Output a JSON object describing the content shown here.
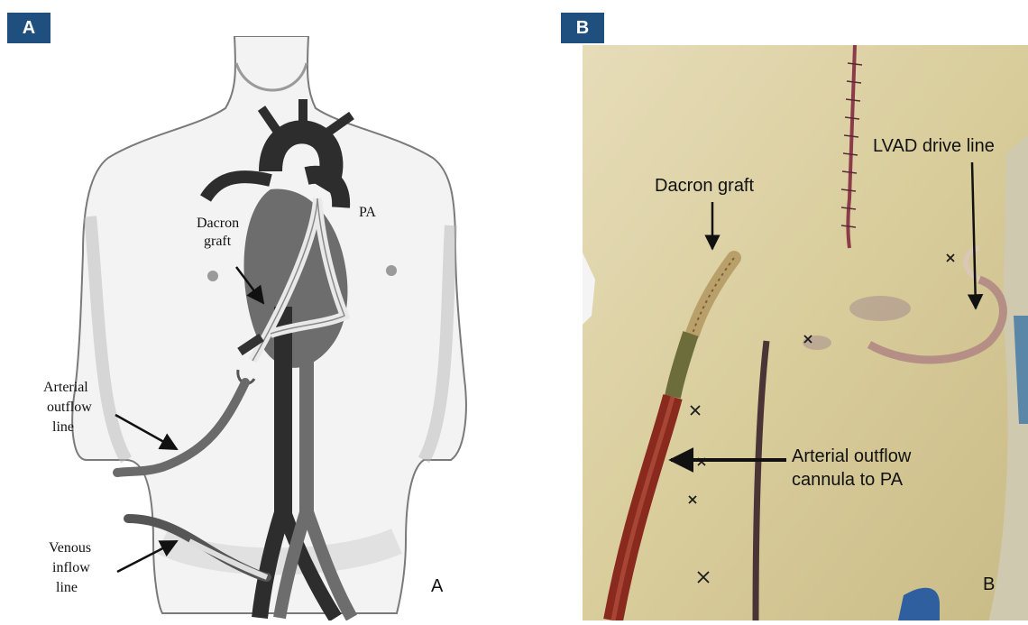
{
  "colors": {
    "badge": "#1f4f7f",
    "vessel_dark": "#2d2d2d",
    "vessel_mid": "#6d6d6d",
    "skin_photo": "#dccfa2",
    "blood_cannula": "#8a2a1e"
  },
  "panel_a": {
    "badge": "A",
    "corner_letter": "A",
    "labels": {
      "dacron_line1": "Dacron",
      "dacron_line2": "graft",
      "pa": "PA",
      "arterial_line1": "Arterial",
      "arterial_line2": "outflow",
      "arterial_line3": "line",
      "venous_line1": "Venous",
      "venous_line2": "inflow",
      "venous_line3": "line"
    }
  },
  "panel_b": {
    "badge": "B",
    "corner_letter": "B",
    "labels": {
      "dacron_graft": "Dacron graft",
      "lvad_drive_line": "LVAD drive line",
      "arterial_line1": "Arterial outflow",
      "arterial_line2": "cannula to PA"
    }
  }
}
